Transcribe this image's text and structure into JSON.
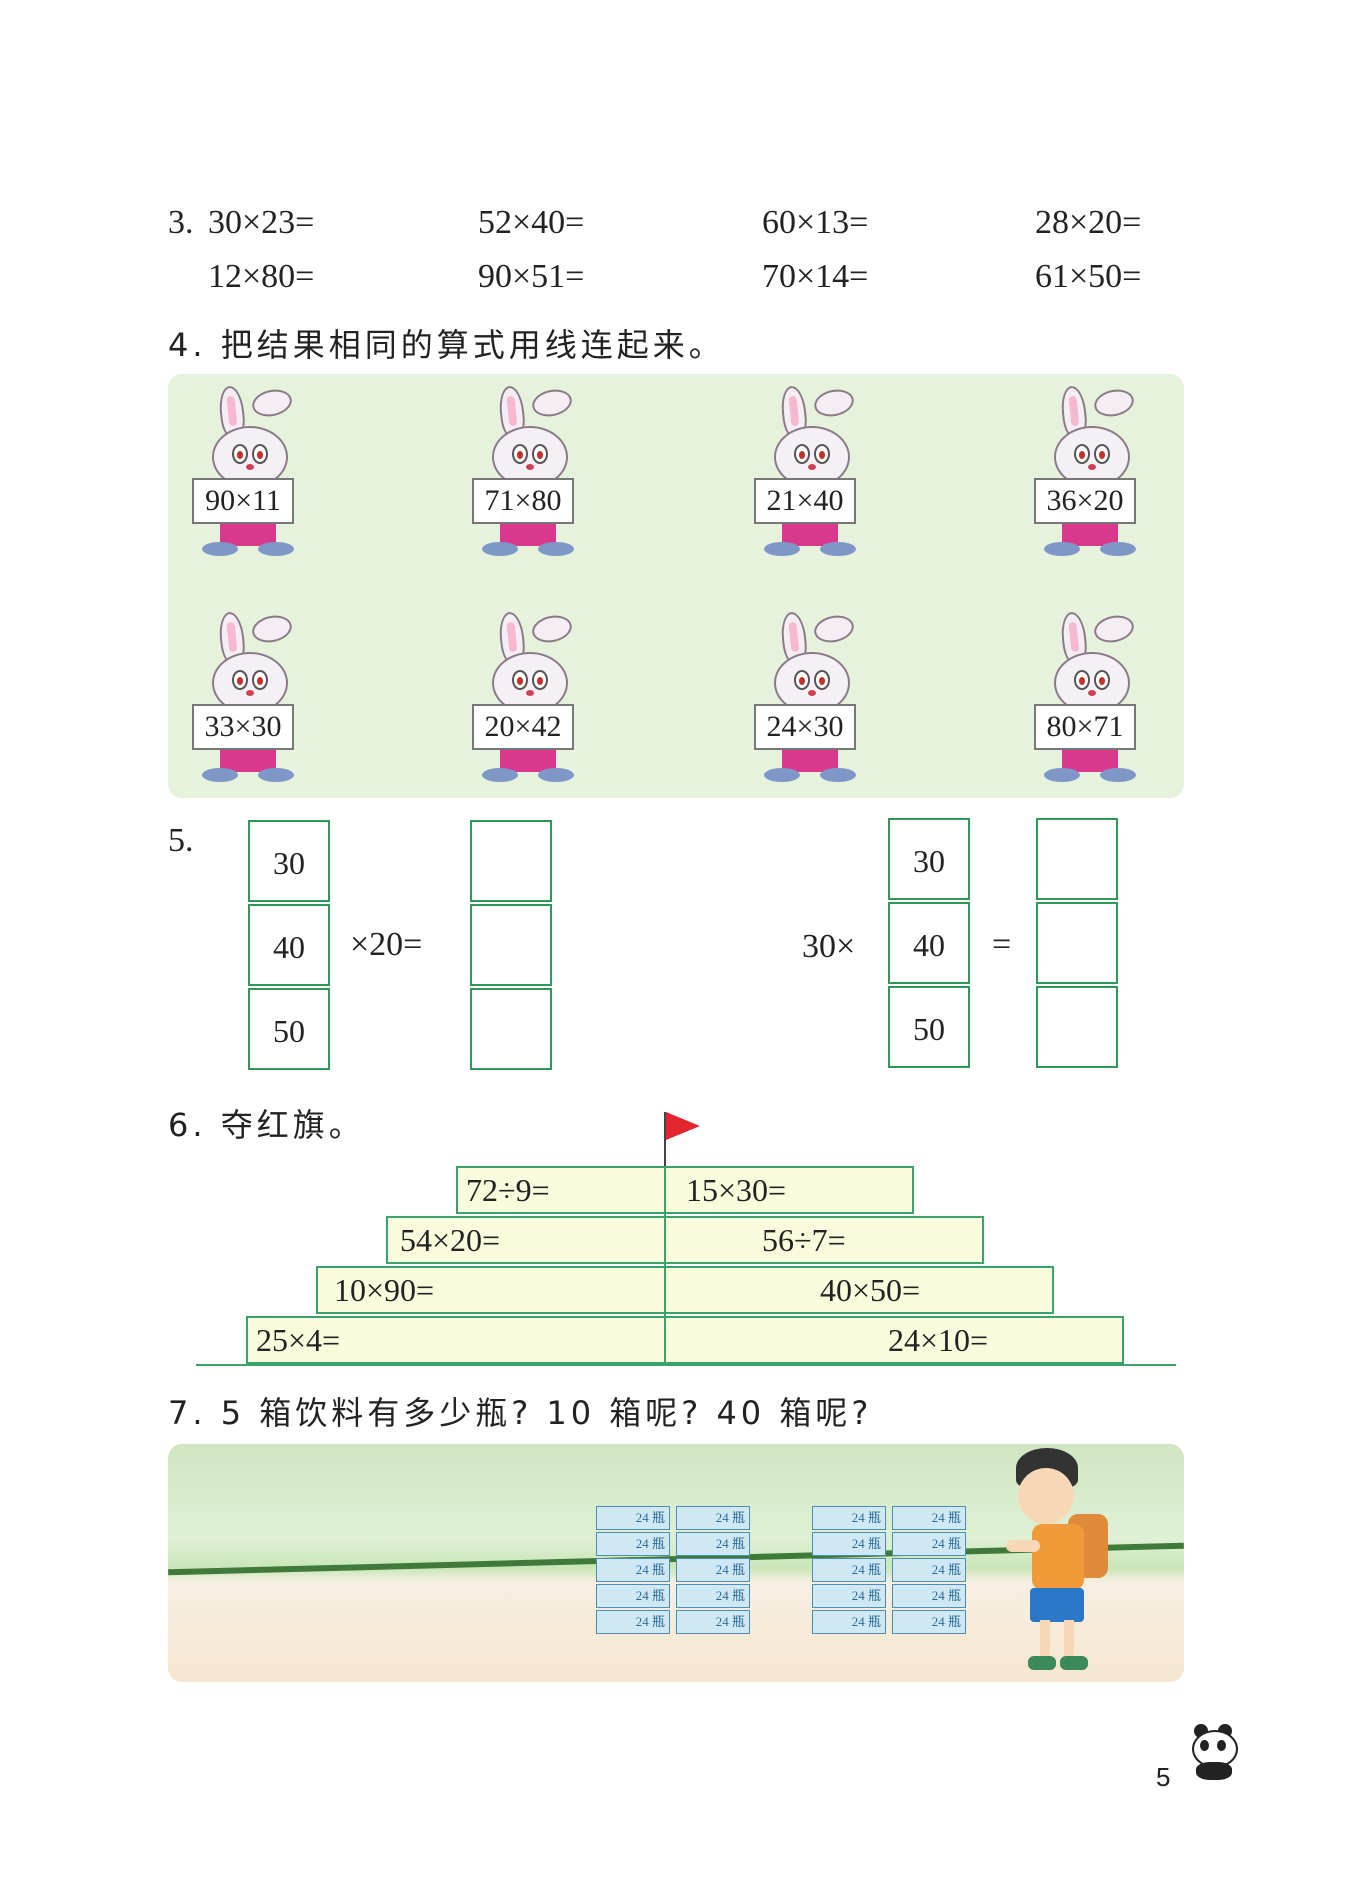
{
  "q3": {
    "number": "3.",
    "row1": [
      "30×23=",
      "52×40=",
      "60×13=",
      "28×20="
    ],
    "row2": [
      "12×80=",
      "90×51=",
      "70×14=",
      "61×50="
    ]
  },
  "q4": {
    "title": "4. 把结果相同的算式用线连起来。",
    "cards_top": [
      "90×11",
      "71×80",
      "21×40",
      "36×20"
    ],
    "cards_bottom": [
      "33×30",
      "20×42",
      "24×30",
      "80×71"
    ]
  },
  "q5": {
    "number": "5.",
    "left_column": [
      "30",
      "40",
      "50"
    ],
    "left_op": "×20=",
    "right_prefix": "30×",
    "right_column": [
      "30",
      "40",
      "50"
    ],
    "right_eq": "="
  },
  "q6": {
    "title": "6. 夺红旗。",
    "rows": [
      {
        "left": "72÷9=",
        "right": "15×30="
      },
      {
        "left": "54×20=",
        "right": "56÷7="
      },
      {
        "left": "10×90=",
        "right": "40×50="
      },
      {
        "left": "25×4=",
        "right": "24×10="
      }
    ],
    "flag_color": "#e3262e"
  },
  "q7": {
    "title": "7. 5 箱饮料有多少瓶? 10 箱呢? 40 箱呢?",
    "crate_label": "24 瓶"
  },
  "page_number": "5"
}
